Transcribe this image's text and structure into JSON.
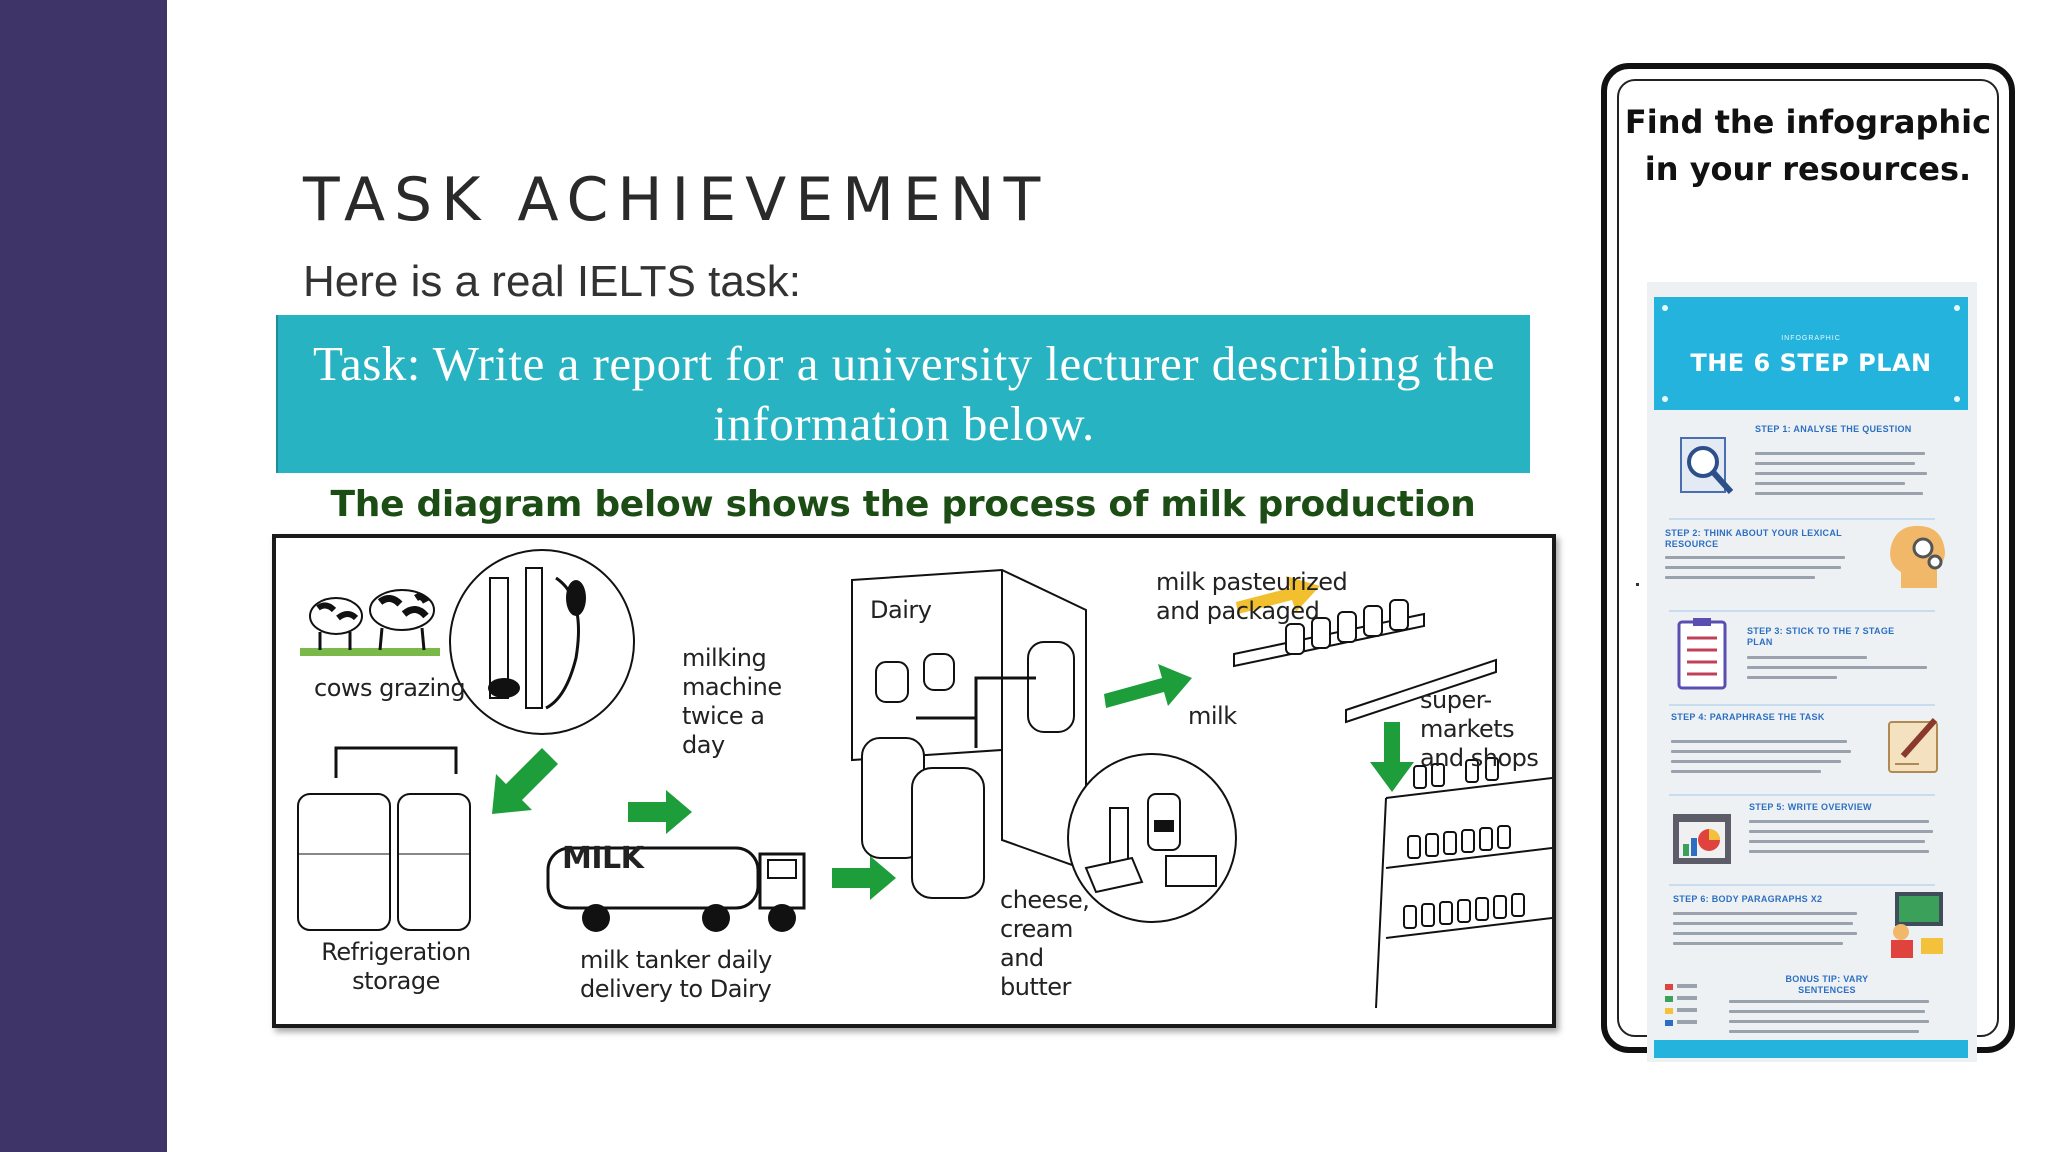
{
  "slide": {
    "title": "TASK ACHIEVEMENT",
    "subtitle": "Here is a real IELTS task:",
    "accent_color": "#3f3468",
    "banner_color": "#27b3c2"
  },
  "task_banner": {
    "text": "Task: Write a report for a university lecturer describing the information below."
  },
  "diagram": {
    "heading": "The diagram below shows the process of milk production",
    "labels": {
      "cows": "cows grazing",
      "milking": "milking machine twice a day",
      "refrigeration": "Refrigeration storage",
      "tanker_sign": "MILK",
      "tanker": "milk tanker daily delivery to Dairy",
      "dairy": "Dairy",
      "pasteurized": "milk pasteurized and packaged",
      "milk": "milk",
      "supermarkets": "super- markets and shops",
      "cheese": "cheese, cream and butter"
    }
  },
  "sidebar_card": {
    "heading": "Find the infographic in your resources.",
    "infographic": {
      "kicker": "INFOGRAPHIC",
      "title": "THE 6 STEP PLAN",
      "steps": [
        {
          "title": "STEP 1: ANALYSE THE QUESTION",
          "icon": "magnifier-icon"
        },
        {
          "title": "STEP 2: THINK ABOUT YOUR LEXICAL RESOURCE",
          "icon": "head-gears-icon"
        },
        {
          "title": "STEP 3: STICK TO THE 7 STAGE PLAN",
          "icon": "checklist-icon"
        },
        {
          "title": "STEP 4: PARAPHRASE THE TASK",
          "icon": "pencil-paper-icon"
        },
        {
          "title": "STEP 5: WRITE OVERVIEW",
          "icon": "chart-board-icon"
        },
        {
          "title": "STEP 6: BODY PARAGRAPHS X2",
          "icon": "presentation-icon"
        },
        {
          "title": "BONUS TIP: VARY SENTENCES",
          "icon": "color-list-icon"
        }
      ]
    }
  }
}
